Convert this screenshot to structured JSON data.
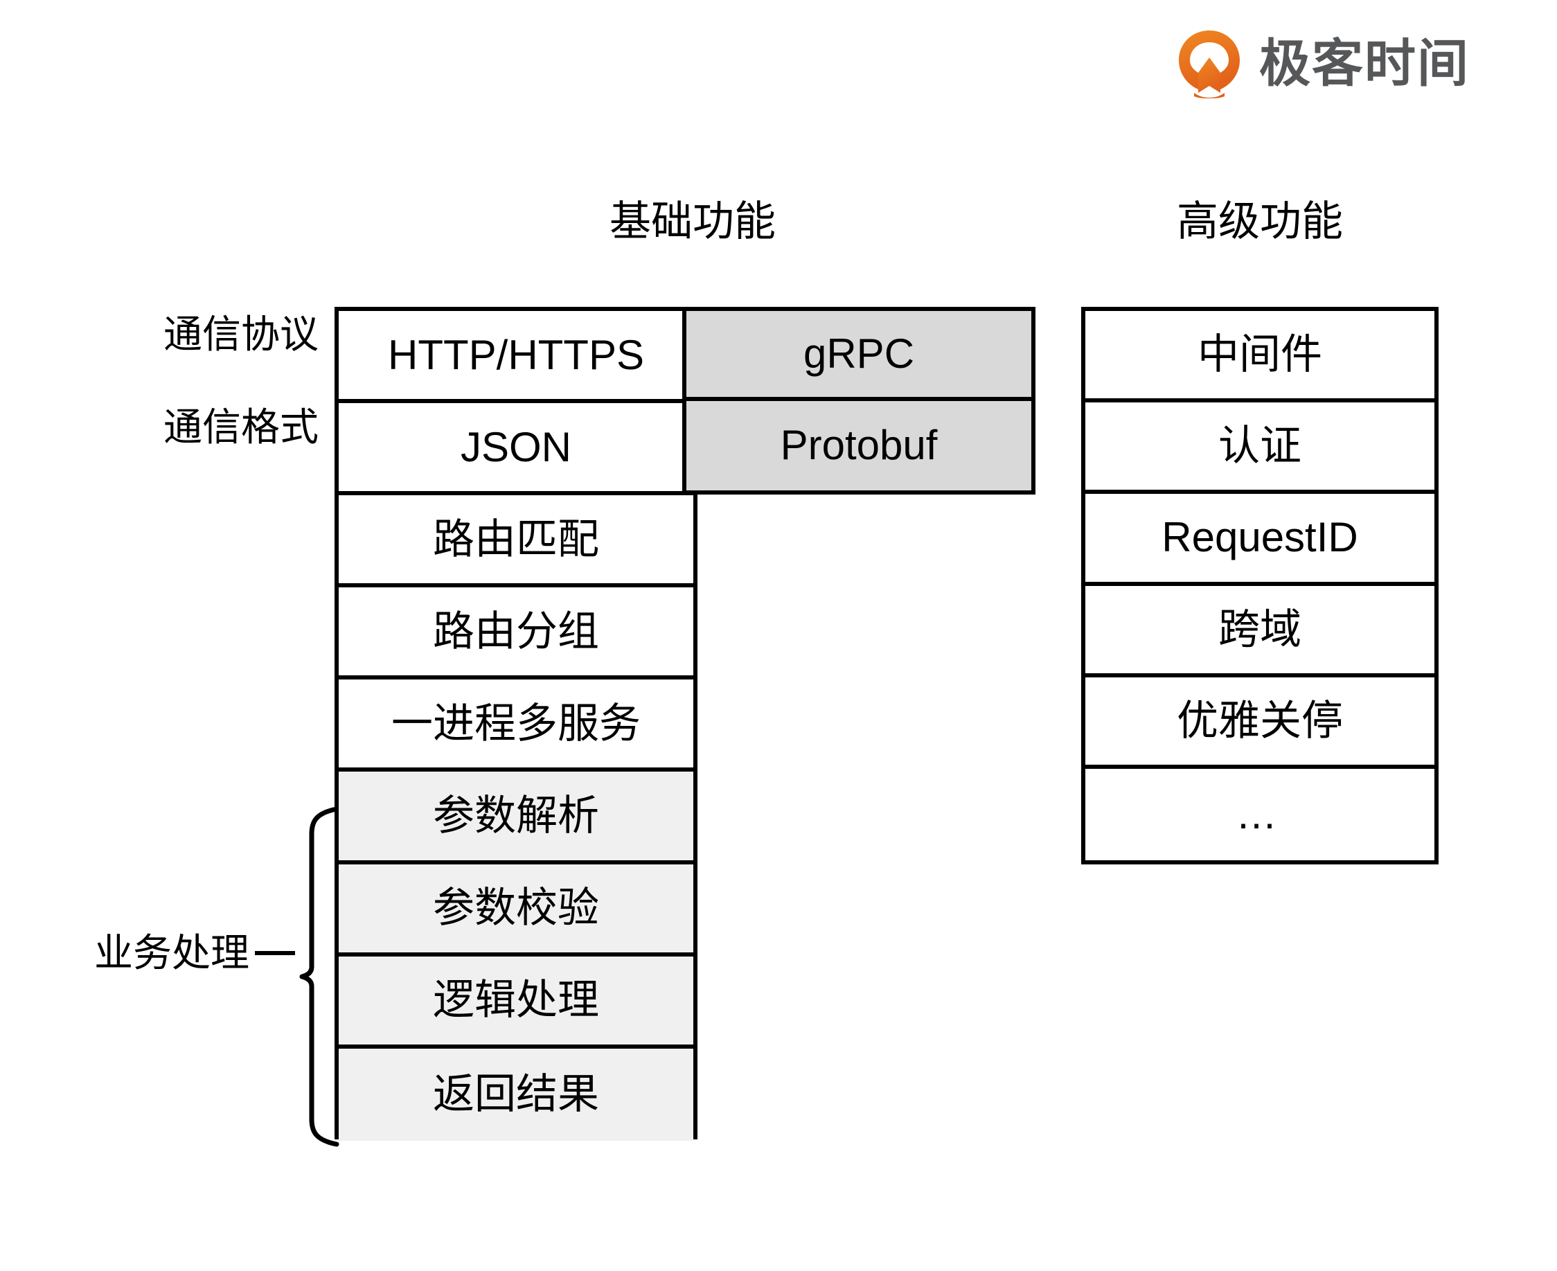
{
  "brand": {
    "name": "极客时间",
    "logo_icon": "geektime-circle-logo-icon",
    "logo_color": "#EE7623",
    "text_color": "#555759"
  },
  "headings": {
    "basic": "基础功能",
    "advanced": "高级功能"
  },
  "row_labels": {
    "protocol": "通信协议",
    "format": "通信格式",
    "business": "业务处理"
  },
  "basic_table": {
    "rows": [
      {
        "label": "HTTP/HTTPS",
        "shaded": false
      },
      {
        "label": "JSON",
        "shaded": false
      },
      {
        "label": "路由匹配",
        "shaded": false
      },
      {
        "label": "路由分组",
        "shaded": false
      },
      {
        "label": "一进程多服务",
        "shaded": false
      },
      {
        "label": "参数解析",
        "shaded": true
      },
      {
        "label": "参数校验",
        "shaded": true
      },
      {
        "label": "逻辑处理",
        "shaded": true
      },
      {
        "label": "返回结果",
        "shaded": true
      }
    ]
  },
  "alt_table": {
    "rows": [
      {
        "label": "gRPC"
      },
      {
        "label": "Protobuf"
      }
    ],
    "fill_color": "#D9D9D9"
  },
  "advanced_table": {
    "rows": [
      {
        "label": "中间件"
      },
      {
        "label": "认证"
      },
      {
        "label": "RequestID"
      },
      {
        "label": "跨域"
      },
      {
        "label": "优雅关停"
      },
      {
        "label": "…"
      }
    ]
  },
  "colors": {
    "background": "#FFFFFF",
    "border": "#000000",
    "shade_light": "#F0F0F0",
    "shade_strong": "#D9D9D9"
  }
}
